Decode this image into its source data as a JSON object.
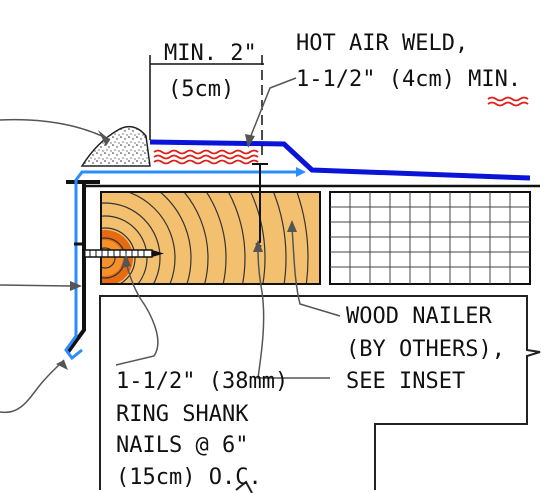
{
  "labels": {
    "min_width_line1": "MIN. 2\"",
    "min_width_line2": "(5cm)",
    "weld_line1": "HOT AIR WELD,",
    "weld_line2": "1-1/2\" (4cm) MIN.",
    "nailer_line1": "WOOD NAILER",
    "nailer_line2": "(BY OTHERS),",
    "nailer_line3": "SEE INSET",
    "nails_line1": "1-1/2\" (38mm)",
    "nails_line2": "RING SHANK",
    "nails_line3": "NAILS @ 6\"",
    "nails_line4": "(15cm) O.C."
  },
  "colors": {
    "membrane": "#0a14d8",
    "flashing": "#2b8cff",
    "weld_marks": "#e0201b",
    "wood": "#f3c070",
    "wood_core": "#e86a10",
    "linework": "#111111",
    "leader": "#555555"
  }
}
